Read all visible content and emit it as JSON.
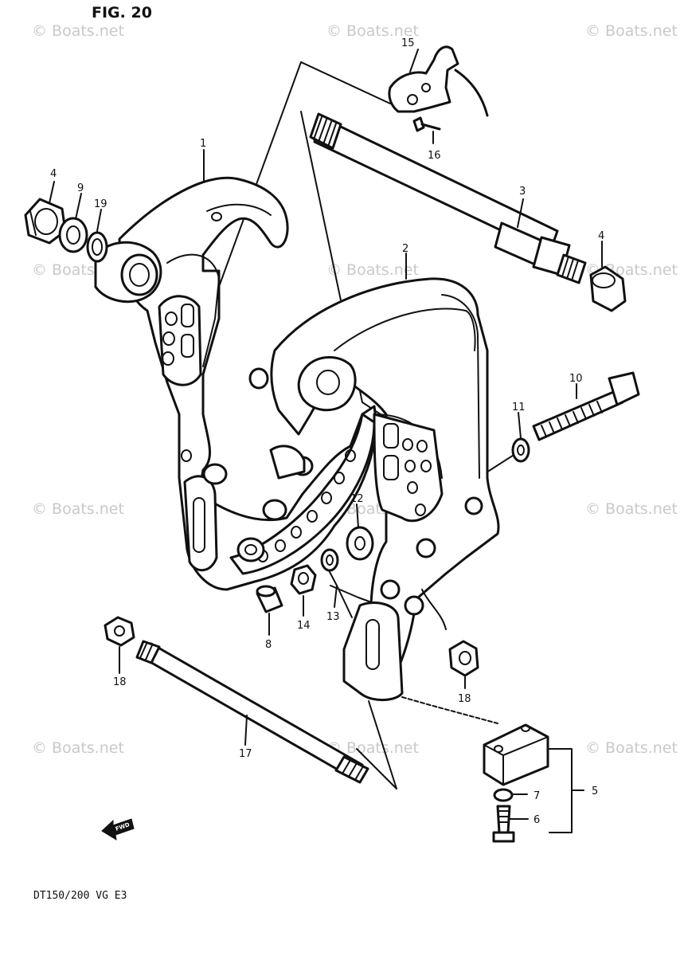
{
  "figure": {
    "title": "FIG. 20",
    "model": "DT150/200 VG E3",
    "fwd_label": "FWD"
  },
  "watermark": {
    "text": "© Boats.net"
  },
  "callouts": {
    "c1": "1",
    "c2": "2",
    "c3": "3",
    "c4a": "4",
    "c4b": "4",
    "c5": "5",
    "c6": "6",
    "c7": "7",
    "c8": "8",
    "c9": "9",
    "c10": "10",
    "c11": "11",
    "c12": "12",
    "c13": "13",
    "c14": "14",
    "c15": "15",
    "c16": "16",
    "c17": "17",
    "c18a": "18",
    "c18b": "18",
    "c19": "19"
  }
}
